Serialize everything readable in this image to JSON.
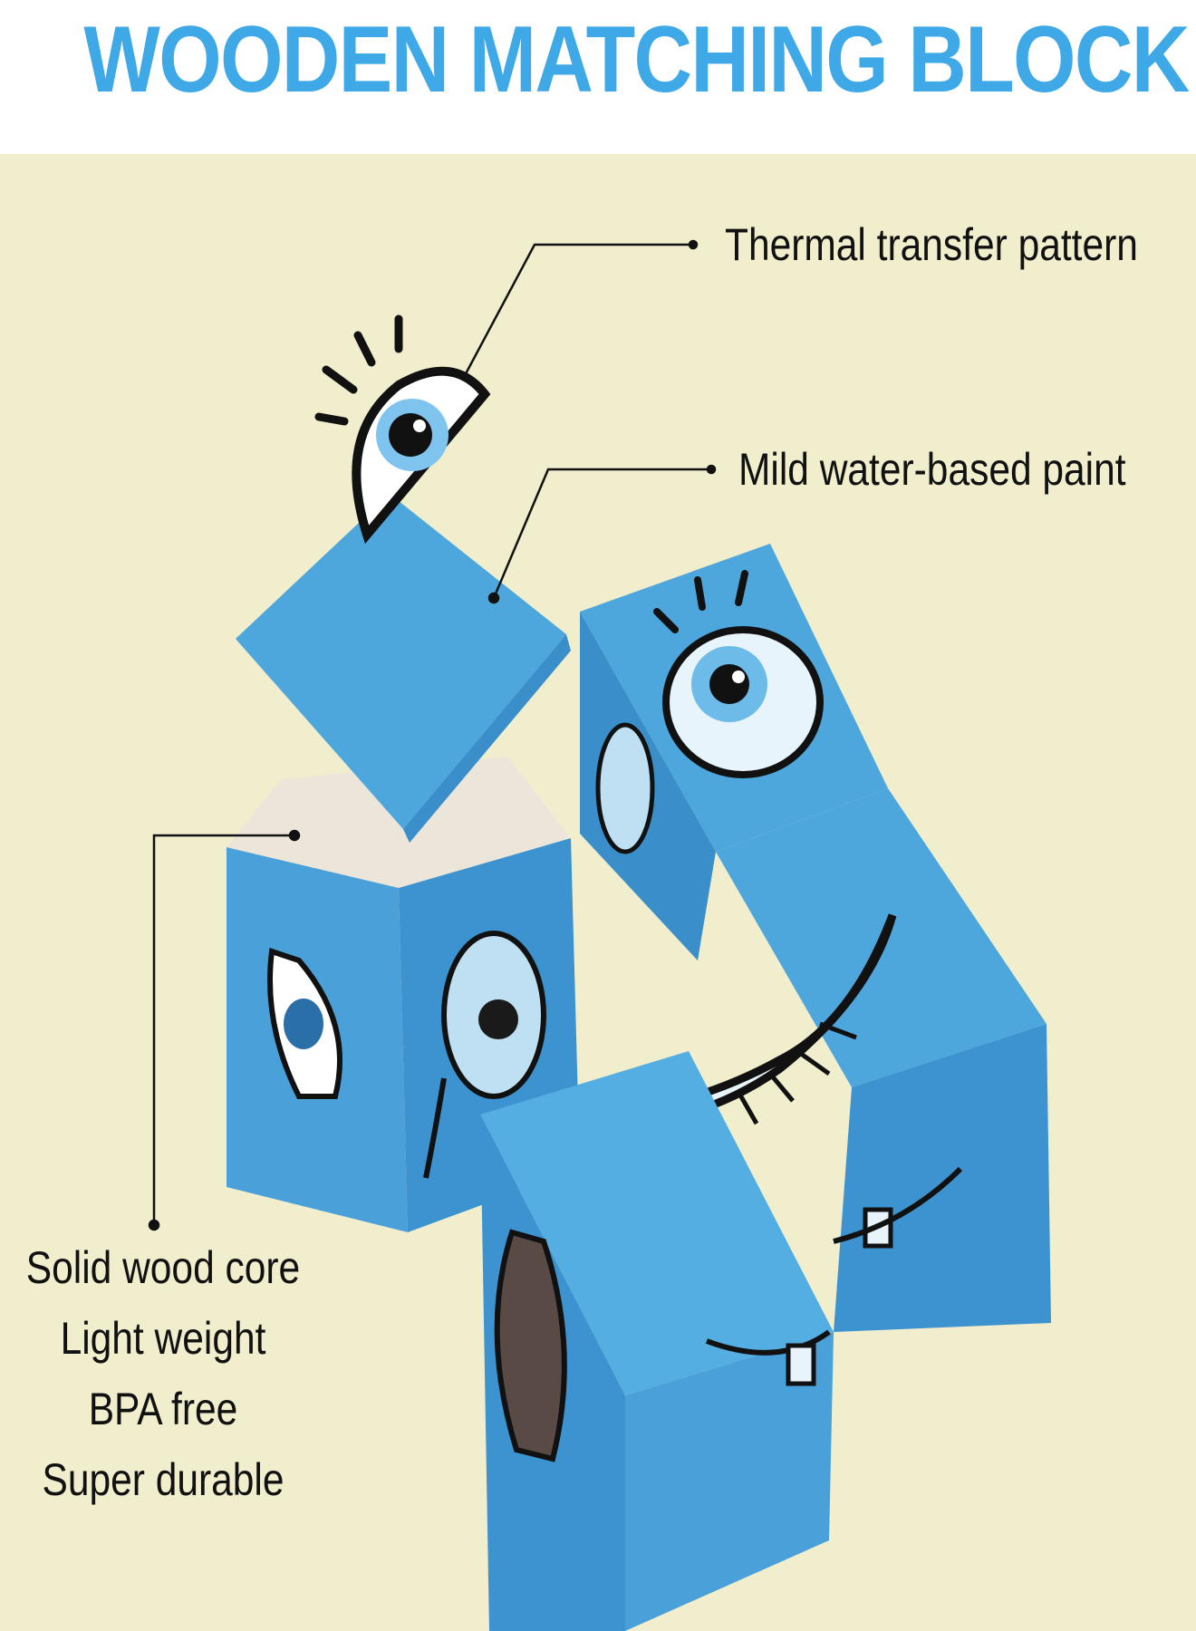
{
  "title": "WOODEN MATCHING BLOCK",
  "callouts": {
    "top": "Thermal transfer pattern",
    "middle": "Mild water-based paint"
  },
  "features": [
    "Solid wood core",
    "Light weight",
    "BPA free",
    "Super durable"
  ],
  "colors": {
    "title": "#3ea9e6",
    "background": "#f1eecd",
    "block_blue": "#4da6dc",
    "block_blue_dark": "#2f86bf",
    "wood": "#ece6da"
  },
  "illustration": "blue-wooden-face-blocks"
}
